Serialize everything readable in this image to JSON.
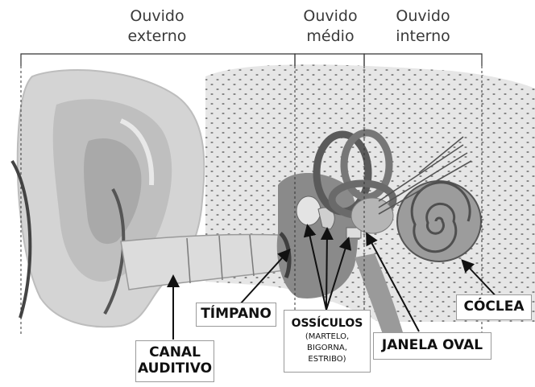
{
  "regions": [
    {
      "line1": "Ouvido",
      "line2": "externo"
    },
    {
      "line1": "Ouvido",
      "line2": "médio"
    },
    {
      "line1": "Ouvido",
      "line2": "interno"
    }
  ],
  "labels": {
    "canal": {
      "line1": "CANAL",
      "line2": "AUDITIVO"
    },
    "timpano": "TÍMPANO",
    "ossiculos": {
      "title": "OSSÍCULOS",
      "detail1": "(MARTELO,",
      "detail2": "BIGORNA,",
      "detail3": "ESTRIBO)"
    },
    "janela": "JANELA OVAL",
    "coclea": "CÓCLEA"
  },
  "colors": {
    "background": "#ffffff",
    "tissue": "#d8d8d8",
    "bone": "#e8e8e8",
    "cavity": "#8a8a8a",
    "outline": "#222222"
  }
}
